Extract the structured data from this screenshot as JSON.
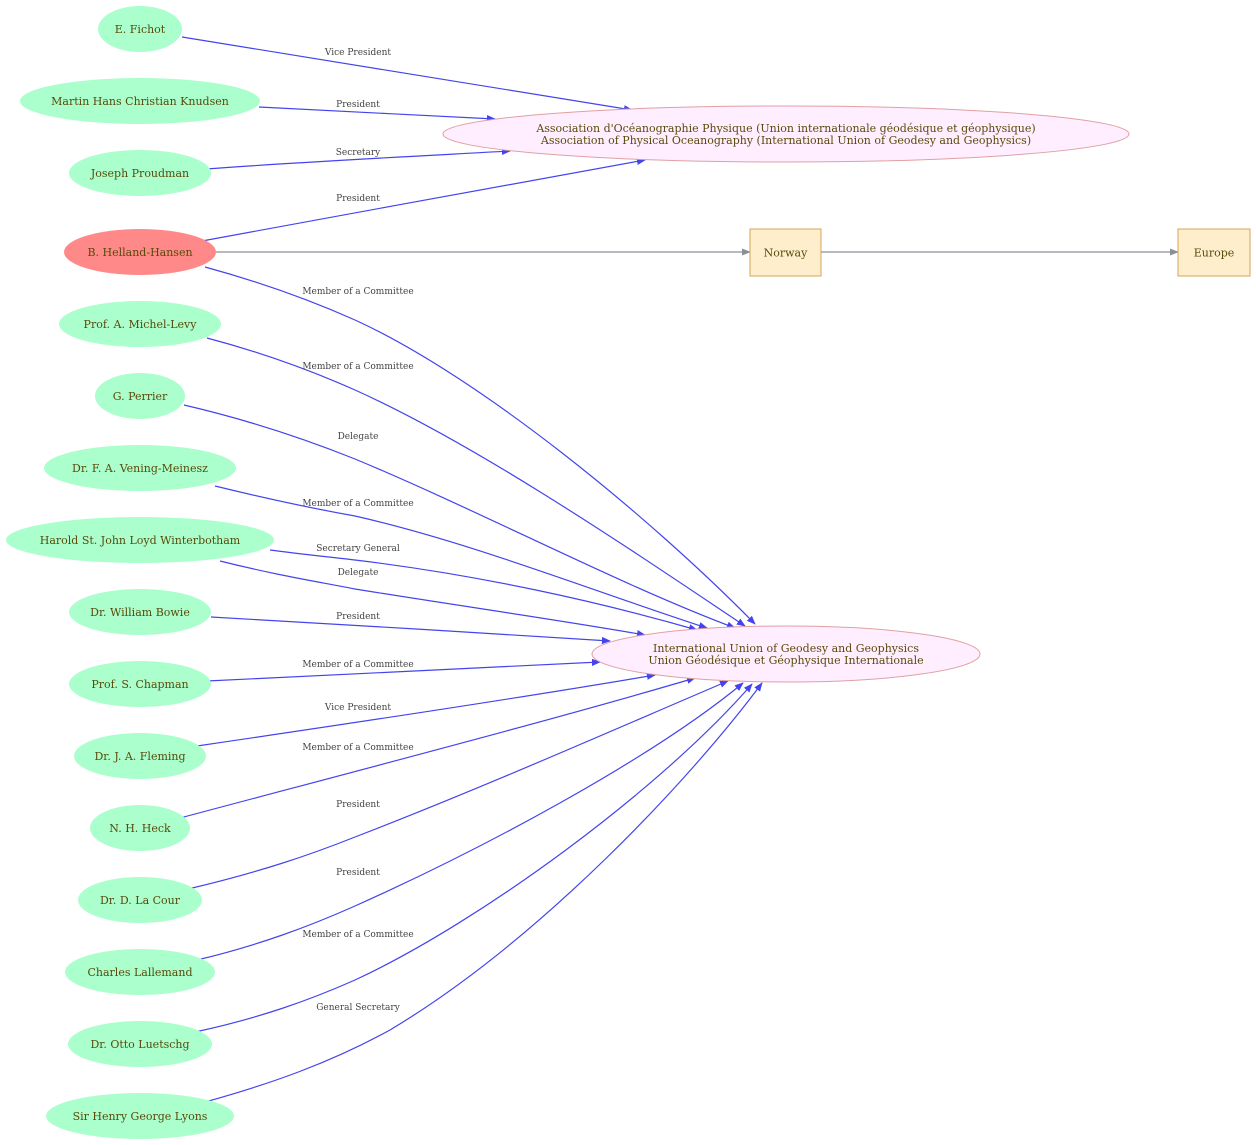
{
  "graph": {
    "people": [
      {
        "id": "fichot",
        "label": "E. Fichot"
      },
      {
        "id": "knudsen",
        "label": "Martin Hans Christian Knudsen"
      },
      {
        "id": "proudman",
        "label": "Joseph Proudman"
      },
      {
        "id": "helland",
        "label": "B. Helland-Hansen",
        "highlight": true
      },
      {
        "id": "michel",
        "label": "Prof. A. Michel-Levy"
      },
      {
        "id": "perrier",
        "label": "G. Perrier"
      },
      {
        "id": "vening",
        "label": "Dr. F. A. Vening-Meinesz"
      },
      {
        "id": "winterbotham",
        "label": "Harold St. John Loyd Winterbotham"
      },
      {
        "id": "bowie",
        "label": "Dr. William Bowie"
      },
      {
        "id": "chapman",
        "label": "Prof. S. Chapman"
      },
      {
        "id": "fleming",
        "label": "Dr. J. A. Fleming"
      },
      {
        "id": "heck",
        "label": "N. H. Heck"
      },
      {
        "id": "lacour",
        "label": "Dr. D.  La Cour"
      },
      {
        "id": "lallemand",
        "label": "Charles Lallemand"
      },
      {
        "id": "luetschg",
        "label": "Dr. Otto Luetschg"
      },
      {
        "id": "lyons",
        "label": "Sir Henry George Lyons"
      }
    ],
    "organizations": [
      {
        "id": "apo",
        "lines": [
          "Association d'Océanographie Physique (Union internationale géodésique et géophysique)",
          "Association of Physical Oceanography (International Union of Geodesy and Geophysics)"
        ]
      },
      {
        "id": "iugg",
        "lines": [
          "International Union of Geodesy and Geophysics",
          "Union Géodésique et Géophysique Internationale"
        ]
      }
    ],
    "places": [
      {
        "id": "norway",
        "label": "Norway"
      },
      {
        "id": "europe",
        "label": "Europe"
      }
    ],
    "edges": [
      {
        "from": "fichot",
        "to": "apo",
        "label": "Vice President"
      },
      {
        "from": "knudsen",
        "to": "apo",
        "label": "President"
      },
      {
        "from": "proudman",
        "to": "apo",
        "label": "Secretary"
      },
      {
        "from": "helland",
        "to": "apo",
        "label": "President"
      },
      {
        "from": "helland",
        "to": "norway",
        "label": ""
      },
      {
        "from": "norway",
        "to": "europe",
        "label": ""
      },
      {
        "from": "helland",
        "to": "iugg",
        "label": "Member of a Committee"
      },
      {
        "from": "michel",
        "to": "iugg",
        "label": "Member of a Committee"
      },
      {
        "from": "perrier",
        "to": "iugg",
        "label": "Delegate"
      },
      {
        "from": "vening",
        "to": "iugg",
        "label": "Member of a Committee"
      },
      {
        "from": "winterbotham",
        "to": "iugg",
        "label": "Secretary General"
      },
      {
        "from": "winterbotham",
        "to": "iugg",
        "label": "Delegate"
      },
      {
        "from": "bowie",
        "to": "iugg",
        "label": "President"
      },
      {
        "from": "chapman",
        "to": "iugg",
        "label": "Member of a Committee"
      },
      {
        "from": "fleming",
        "to": "iugg",
        "label": "Vice President"
      },
      {
        "from": "heck",
        "to": "iugg",
        "label": "Member of a Committee"
      },
      {
        "from": "lacour",
        "to": "iugg",
        "label": "President"
      },
      {
        "from": "lallemand",
        "to": "iugg",
        "label": "President"
      },
      {
        "from": "luetschg",
        "to": "iugg",
        "label": "Member of a Committee"
      },
      {
        "from": "lyons",
        "to": "iugg",
        "label": "General Secretary"
      }
    ]
  },
  "colors": {
    "person": "#aaffcc",
    "person_highlight": "#ff8888",
    "organization_fill": "#ffeeff",
    "organization_stroke": "#e0a0a0",
    "place_fill": "#ffeecc",
    "place_stroke": "#d4a45a",
    "edge_affiliation": "#4444ee",
    "edge_location": "#8a9196"
  }
}
